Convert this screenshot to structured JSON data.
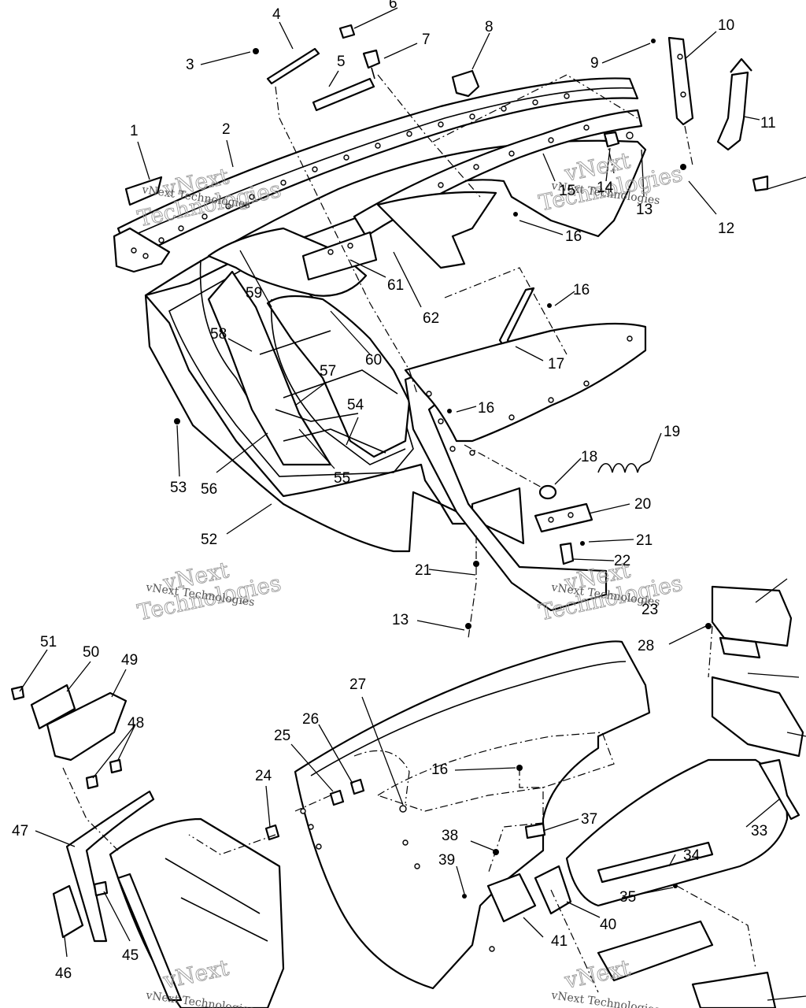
{
  "watermark": {
    "line1": "vNext",
    "line2": "Technologies",
    "small": "vNext Technologies"
  },
  "callouts": [
    {
      "id": "c1",
      "text": "1"
    },
    {
      "id": "c2",
      "text": "2"
    },
    {
      "id": "c3",
      "text": "3"
    },
    {
      "id": "c4",
      "text": "4"
    },
    {
      "id": "c5",
      "text": "5"
    },
    {
      "id": "c6",
      "text": "6"
    },
    {
      "id": "c7",
      "text": "7"
    },
    {
      "id": "c8",
      "text": "8"
    },
    {
      "id": "c9",
      "text": "9"
    },
    {
      "id": "c10",
      "text": "10"
    },
    {
      "id": "c11",
      "text": "11"
    },
    {
      "id": "c12",
      "text": "12"
    },
    {
      "id": "c13a",
      "text": "13"
    },
    {
      "id": "c14",
      "text": "14"
    },
    {
      "id": "c15",
      "text": "15"
    },
    {
      "id": "c16a",
      "text": "16"
    },
    {
      "id": "c16b",
      "text": "16"
    },
    {
      "id": "c16c",
      "text": "16"
    },
    {
      "id": "c17",
      "text": "17"
    },
    {
      "id": "c18",
      "text": "18"
    },
    {
      "id": "c19",
      "text": "19"
    },
    {
      "id": "c20",
      "text": "20"
    },
    {
      "id": "c21a",
      "text": "21"
    },
    {
      "id": "c21b",
      "text": "21"
    },
    {
      "id": "c22",
      "text": "22"
    },
    {
      "id": "c23",
      "text": "23"
    },
    {
      "id": "c13b",
      "text": "13"
    },
    {
      "id": "c24",
      "text": "24"
    },
    {
      "id": "c25",
      "text": "25"
    },
    {
      "id": "c26",
      "text": "26"
    },
    {
      "id": "c27",
      "text": "27"
    },
    {
      "id": "c28",
      "text": "28"
    },
    {
      "id": "c16d",
      "text": "16"
    },
    {
      "id": "c33",
      "text": "33"
    },
    {
      "id": "c34",
      "text": "34"
    },
    {
      "id": "c35",
      "text": "35"
    },
    {
      "id": "c37",
      "text": "37"
    },
    {
      "id": "c38",
      "text": "38"
    },
    {
      "id": "c39",
      "text": "39"
    },
    {
      "id": "c40",
      "text": "40"
    },
    {
      "id": "c41",
      "text": "41"
    },
    {
      "id": "c45",
      "text": "45"
    },
    {
      "id": "c46",
      "text": "46"
    },
    {
      "id": "c47",
      "text": "47"
    },
    {
      "id": "c48",
      "text": "48"
    },
    {
      "id": "c49",
      "text": "49"
    },
    {
      "id": "c50",
      "text": "50"
    },
    {
      "id": "c51",
      "text": "51"
    },
    {
      "id": "c52",
      "text": "52"
    },
    {
      "id": "c53",
      "text": "53"
    },
    {
      "id": "c54",
      "text": "54"
    },
    {
      "id": "c55",
      "text": "55"
    },
    {
      "id": "c56",
      "text": "56"
    },
    {
      "id": "c57",
      "text": "57"
    },
    {
      "id": "c58",
      "text": "58"
    },
    {
      "id": "c59",
      "text": "59"
    },
    {
      "id": "c60",
      "text": "60"
    },
    {
      "id": "c61",
      "text": "61"
    },
    {
      "id": "c62",
      "text": "62"
    }
  ]
}
